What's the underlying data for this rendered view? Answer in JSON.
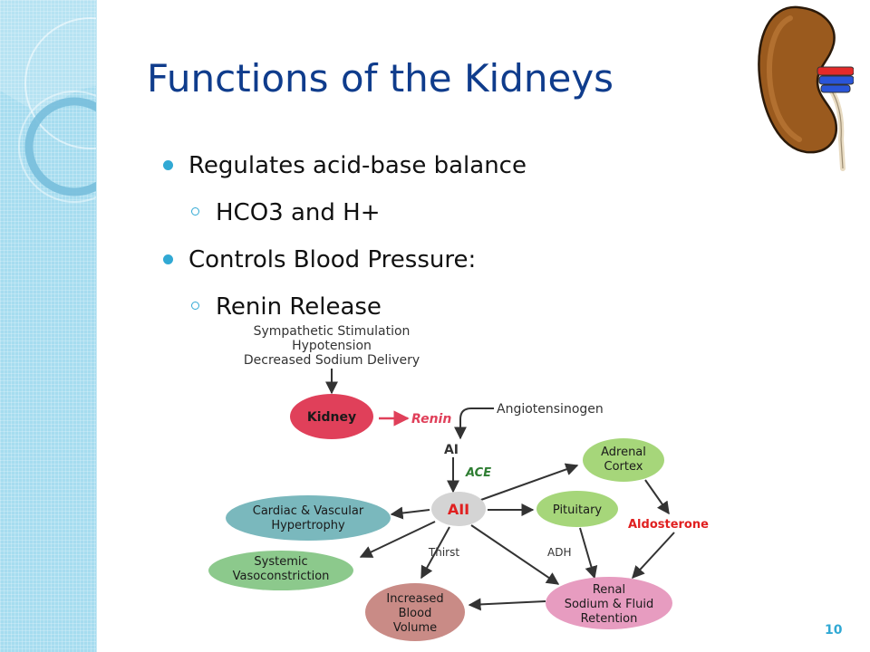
{
  "slide": {
    "title": "Functions of the Kidneys",
    "number": "10",
    "bullets": [
      {
        "level": 1,
        "text": "Regulates acid-base balance"
      },
      {
        "level": 2,
        "text": "HCO3 and H+"
      },
      {
        "level": 1,
        "text": "Controls Blood Pressure:"
      },
      {
        "level": 2,
        "text": "Renin Release"
      }
    ]
  },
  "diagram": {
    "stimuli": [
      "Sympathetic Stimulation",
      "Hypotension",
      "Decreased Sodium Delivery"
    ],
    "kidney": "Kidney",
    "renin": "Renin",
    "angiotensinogen": "Angiotensinogen",
    "ai": "AI",
    "ace": "ACE",
    "aii": "AII",
    "adrenal": [
      "Adrenal",
      "Cortex"
    ],
    "pituitary": "Pituitary",
    "aldosterone": "Aldosterone",
    "adh": "ADH",
    "thirst": "Thirst",
    "cardiac": [
      "Cardiac & Vascular",
      "Hypertrophy"
    ],
    "systemic": [
      "Systemic",
      "Vasoconstriction"
    ],
    "blood_volume": [
      "Increased",
      "Blood",
      "Volume"
    ],
    "renal": [
      "Renal",
      "Sodium & Fluid",
      "Retention"
    ]
  },
  "colors": {
    "title": "#0f3c8c",
    "bullet": "#31a9d4",
    "kidney_node": "#e0405a",
    "renin_text": "#e0405a",
    "aldosterone_text": "#e02020",
    "green_node": "#a6d67a",
    "teal_node": "#7ab8bd",
    "systemic_node": "#8cc98c",
    "blood_volume_node": "#c98b86",
    "renal_node": "#e79cc0",
    "aii_node": "#d4d4d4"
  }
}
